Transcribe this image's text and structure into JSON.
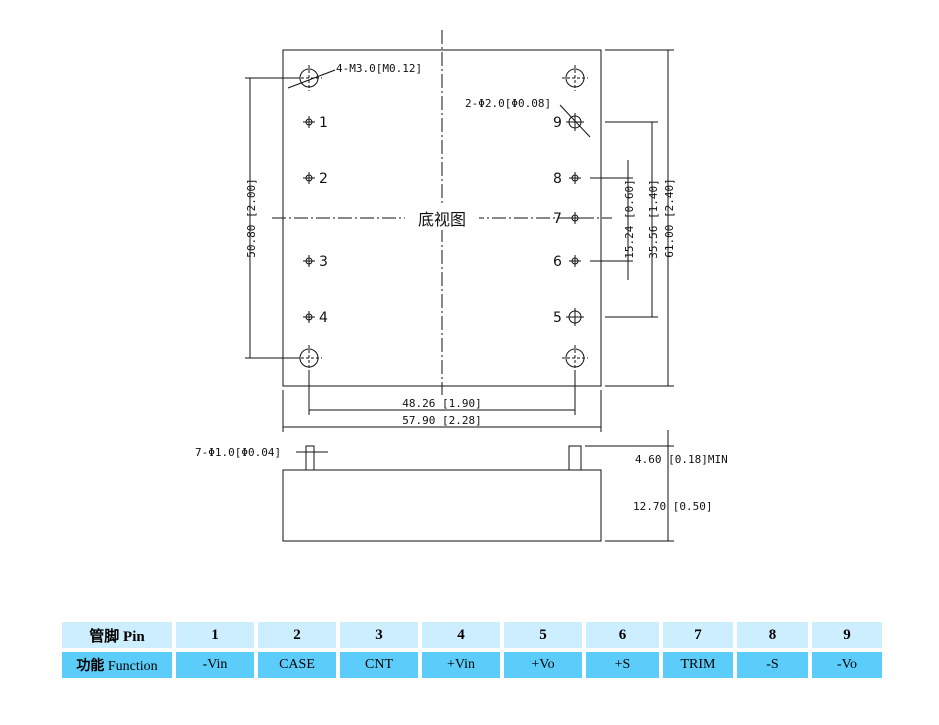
{
  "drawing": {
    "view_label": "底视图",
    "mount_hole_note": "4-M3.0[M0.12]",
    "large_pin_note": "2-Φ2.0[Φ0.08]",
    "pin_note": "7-Φ1.0[Φ0.04]",
    "pin_numbers": [
      "1",
      "2",
      "3",
      "4",
      "5",
      "6",
      "7",
      "8",
      "9"
    ],
    "dims": {
      "d1": "50.80 [2.00]",
      "d2": "15.24 [0.60]",
      "d3": "35.56 [1.40]",
      "d4": "61.00 [2.40]",
      "d5": "48.26 [1.90]",
      "d6": "57.90 [2.28]",
      "d7": "4.60 [0.18]MIN",
      "d8": "12.70 [0.50]"
    }
  },
  "table": {
    "row1_header": "管脚 Pin",
    "row2_header_cn": "功能",
    "row2_header_en": "Function",
    "pins": [
      "1",
      "2",
      "3",
      "4",
      "5",
      "6",
      "7",
      "8",
      "9"
    ],
    "functions": [
      "-Vin",
      "CASE",
      "CNT",
      "+Vin",
      "+Vo",
      "+S",
      "TRIM",
      "-S",
      "-Vo"
    ],
    "colors": {
      "header_row": "#cdeefe",
      "function_row": "#5ccdfb"
    }
  }
}
